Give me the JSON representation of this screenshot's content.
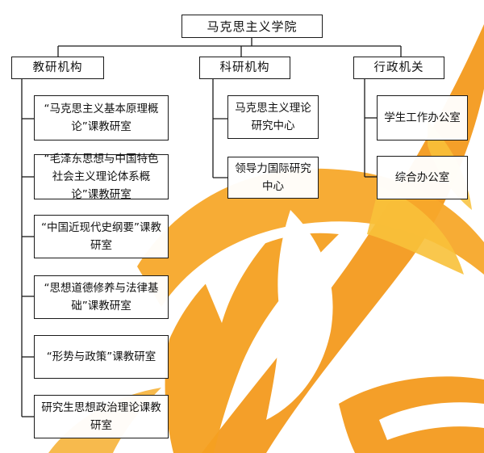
{
  "diagram": {
    "root": {
      "label": "马克思主义学院"
    },
    "branches": [
      {
        "label": "教研机构",
        "children": [
          "“马克思主义基本原理概论”课教研室",
          "“毛泽东思想与中国特色社会主义理论体系概论”课教研室",
          "“中国近现代史纲要”课教研室",
          "“思想道德修养与法律基础”课教研室",
          "“形势与政策”课教研室",
          "研究生思想政治理论课教研室"
        ]
      },
      {
        "label": "科研机构",
        "children": [
          "马克思主义理论研究中心",
          "领导力国际研究中心"
        ]
      },
      {
        "label": "行政机关",
        "children": [
          "学生工作办公室",
          "综合办公室"
        ]
      }
    ]
  },
  "colors": {
    "line": "#1a1a1a",
    "accent_orange": "#f39a1e",
    "accent_yellow": "#f8c13a"
  }
}
